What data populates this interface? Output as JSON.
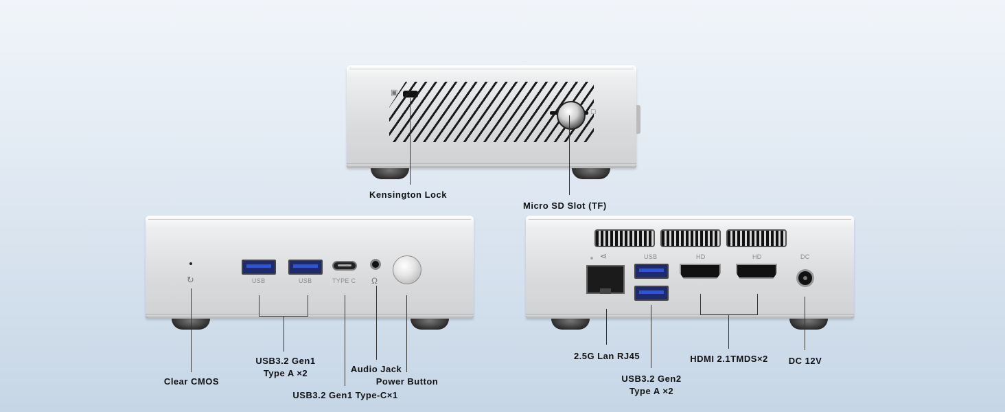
{
  "labels": {
    "kensington_lock": "Kensington Lock",
    "micro_sd_slot": "Micro SD Slot (TF)",
    "clear_cmos": "Clear CMOS",
    "usb32_gen1_a_line1": "USB3.2 Gen1",
    "usb32_gen1_a_line2": "Type A  ×2",
    "usb32_gen1_c": "USB3.2 Gen1 Type-C×1",
    "audio_jack": "Audio Jack",
    "power_button": "Power Button",
    "lan": "2.5G Lan RJ45",
    "usb32_gen2_a_line1": "USB3.2 Gen2",
    "usb32_gen2_a_line2": "Type A ×2",
    "hdmi": "HDMI 2.1TMDS×2",
    "dc": "DC 12V"
  },
  "port_markings": {
    "usb_left": "USB",
    "usb_right": "USB",
    "type_c": "TYPE C",
    "rear_usb": "USB",
    "hdmi_1": "HD",
    "hdmi_2": "HD",
    "dc": "DC"
  },
  "icons": [
    "lock-icon",
    "sd-card-icon",
    "reset-icon",
    "headphone-icon",
    "network-icon"
  ]
}
